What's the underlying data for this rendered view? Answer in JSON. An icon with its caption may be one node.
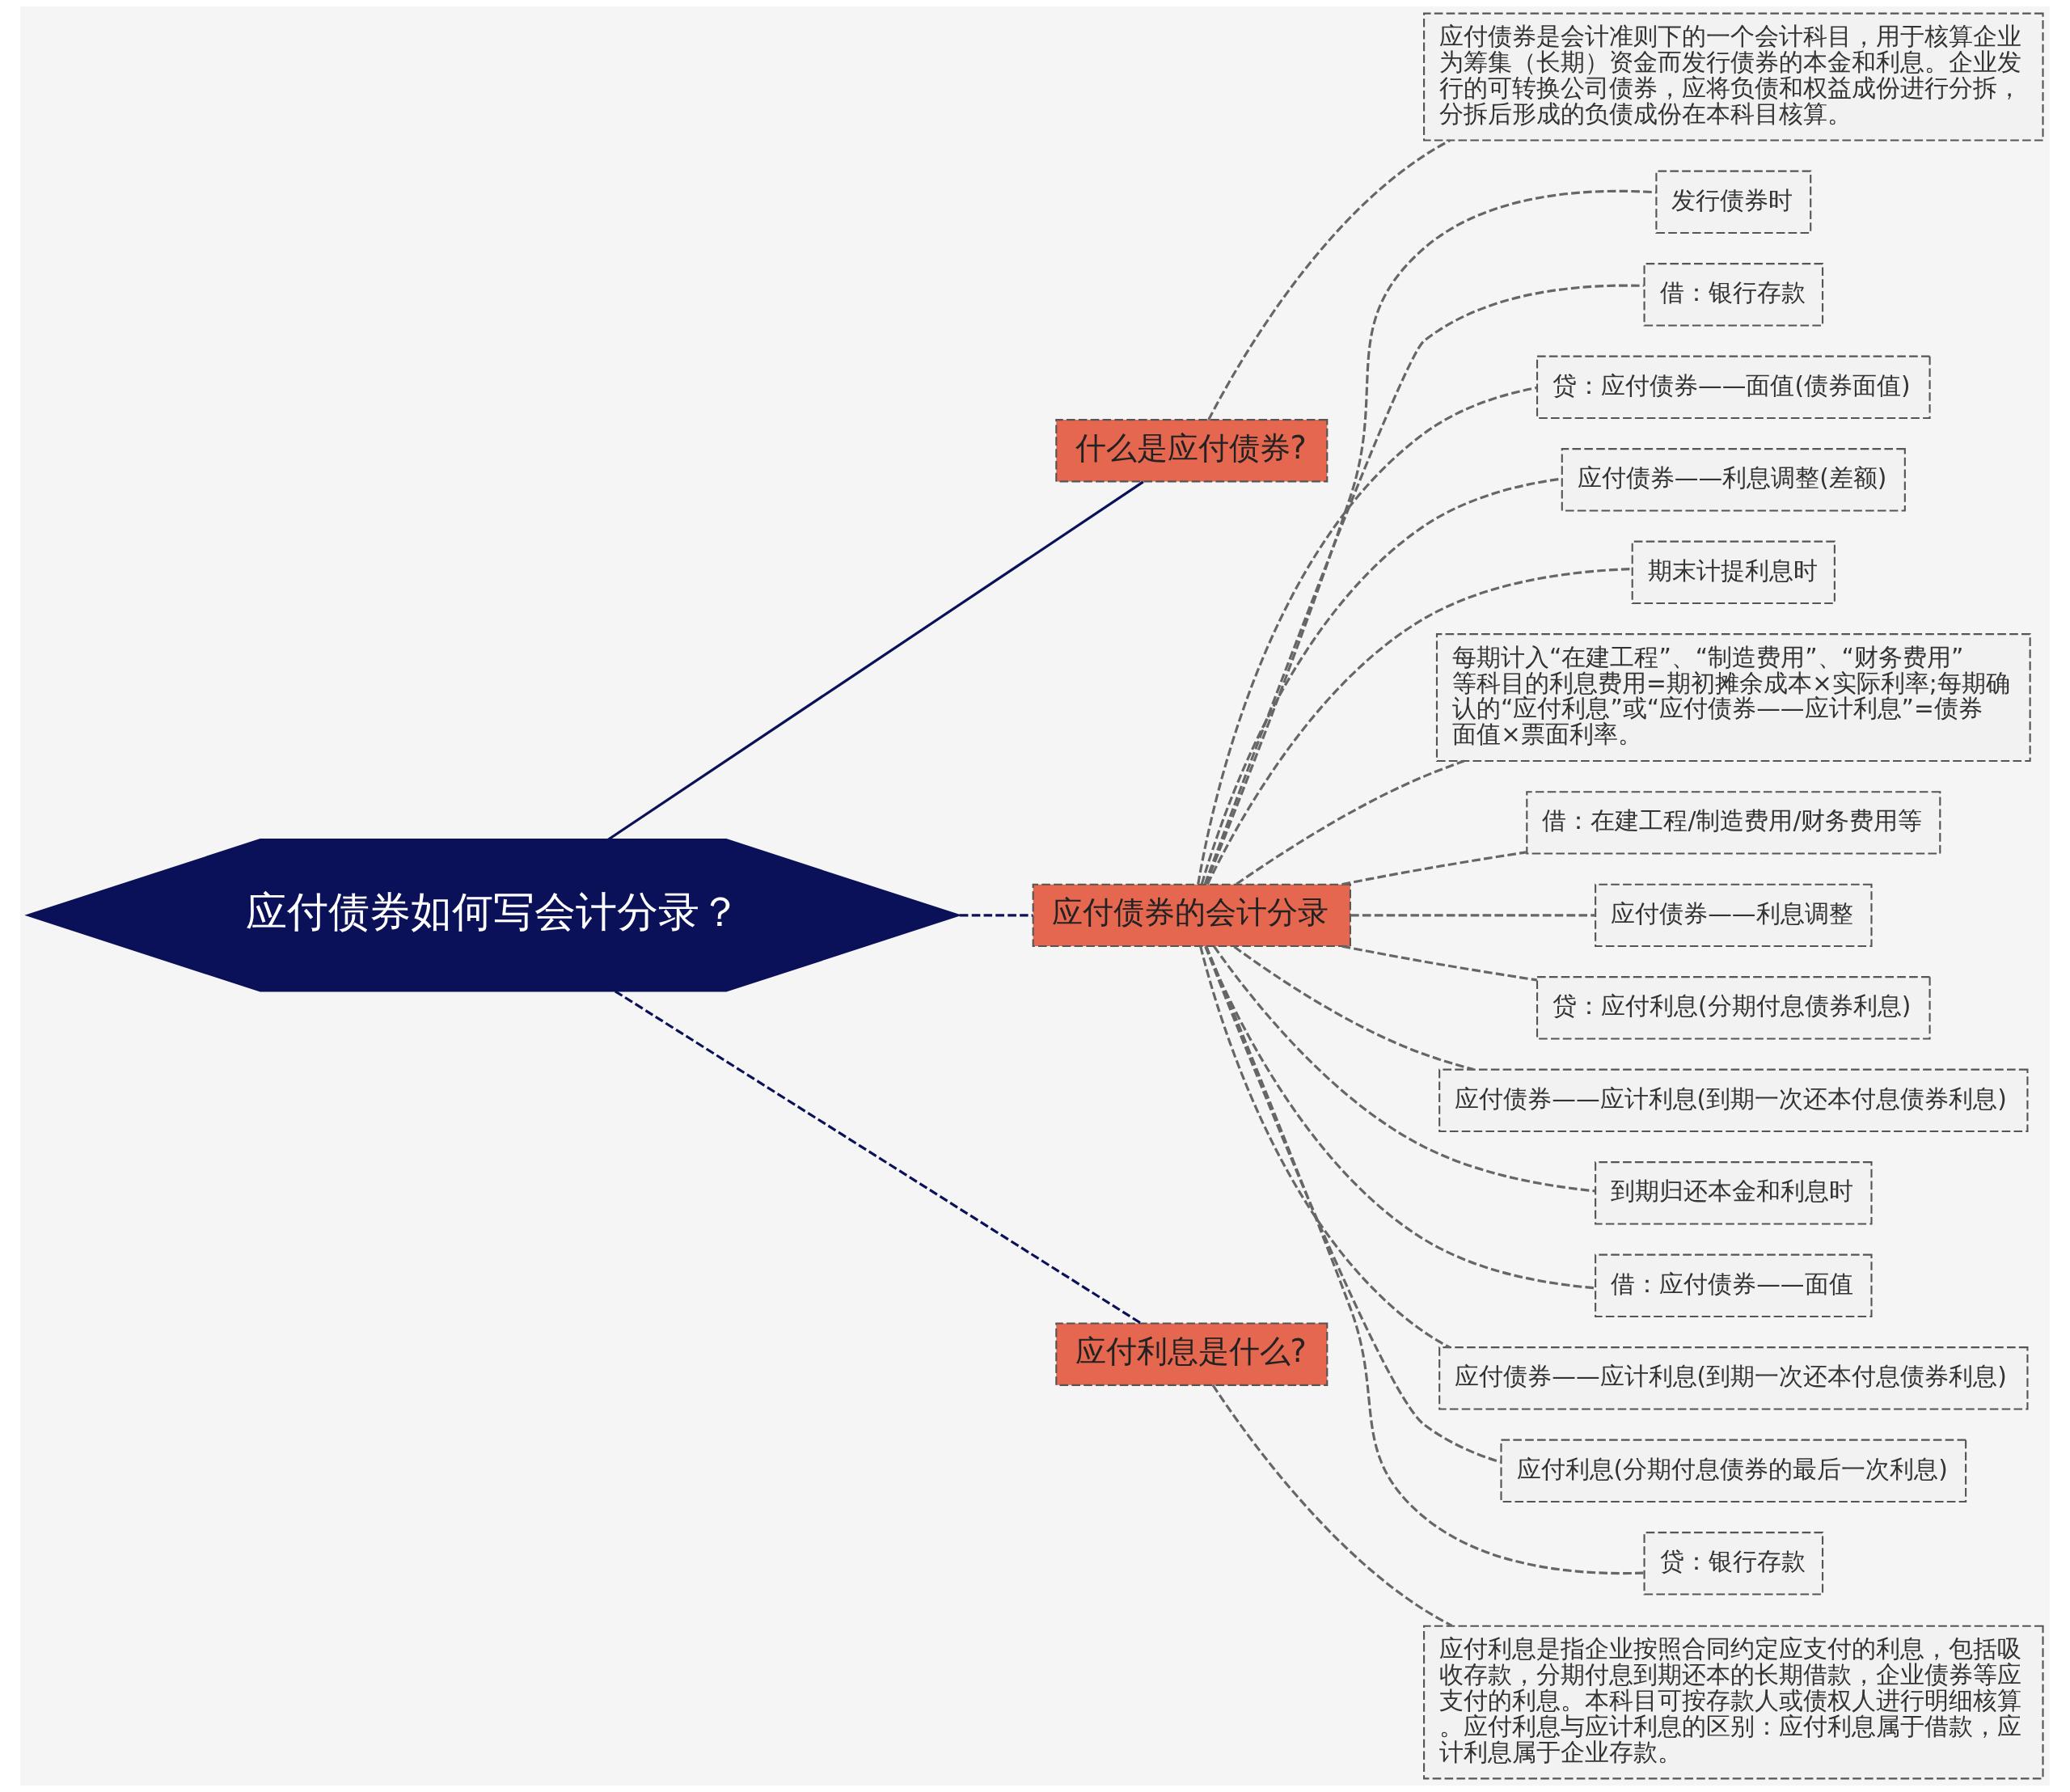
{
  "diagram": {
    "nodes": [
      {
        "text": [
          "应付债券如何写会计分录？"
        ]
      },
      {
        "text": [
          "什么是应付债券?"
        ]
      },
      {
        "text": [
          "应付债券是会计准则下的一个会计科目，用于核算企业为筹集（长期）资金而发行债券的本金和利息。企业发行的可转换公司债券，应将负债和权益成份进行分拆，分拆后形成的负债成份在本科目核算。"
        ]
      },
      {
        "text": [
          "应付债券的会计分录"
        ]
      },
      {
        "text": [
          "发行债券时"
        ]
      },
      {
        "text": [
          "借：银行存款"
        ]
      },
      {
        "text": [
          "贷：应付债券——面值(债券面值)"
        ]
      },
      {
        "text": [
          "应付债券——利息调整(差额)"
        ]
      },
      {
        "text": [
          "期末计提利息时"
        ]
      },
      {
        "text": [
          "每期计入“在建工程”、“制造费用”、“财务费用”等科目的利息费用=期初摊余成本×实际利率;每期确认的“应付利息”或“应付债券——应计利息”=债券面值×票面利率。"
        ]
      },
      {
        "text": [
          "借：在建工程/制造费用/财务费用等"
        ]
      },
      {
        "text": [
          "应付债券——利息调整"
        ]
      },
      {
        "text": [
          "贷：应付利息(分期付息债券利息)"
        ]
      },
      {
        "text": [
          "应付债券——应计利息(到期一次还本付息债券利息)"
        ]
      },
      {
        "text": [
          "到期归还本金和利息时"
        ]
      },
      {
        "text": [
          "借：应付债券——面值"
        ]
      },
      {
        "text": [
          "应付债券——应计利息(到期一次还本付息债券利息)"
        ]
      },
      {
        "text": [
          "应付利息(分期付息债券的最后一次利息)"
        ]
      },
      {
        "text": [
          "贷：银行存款"
        ]
      },
      {
        "text": [
          "应付利息是什么?"
        ]
      },
      {
        "text": [
          "应付利息是指企业按照合同约定应支付的利息，包括吸收存款，分期付息到期还本的长期借款，企业债券等应支付的利息。本科目可按存款人或债权人进行明细核算。应付利息与应计利息的区别：应付利息属于借款，应计利息属于企业存款。"
        ]
      }
    ],
    "edges": [
      {
        "from": 0,
        "to": 1,
        "arrow": "none",
        "color": "#0a1158"
      },
      {
        "from": 1,
        "to": 2,
        "arrow": "none",
        "style": "dashed"
      },
      {
        "from": 0,
        "to": 3,
        "arrow": "none",
        "style": "dashed",
        "color": "#0a1158"
      },
      {
        "from": 3,
        "to": 4,
        "arrow": "none",
        "style": "dashed"
      },
      {
        "from": 3,
        "to": 5,
        "arrow": "none",
        "style": "dashed"
      },
      {
        "from": 3,
        "to": 6,
        "arrow": "none",
        "style": "dashed"
      },
      {
        "from": 3,
        "to": 7,
        "arrow": "none",
        "style": "dashed"
      },
      {
        "from": 3,
        "to": 8,
        "arrow": "none",
        "style": "dashed"
      },
      {
        "from": 3,
        "to": 9,
        "arrow": "none",
        "style": "dashed"
      },
      {
        "from": 3,
        "to": 10,
        "arrow": "none",
        "style": "dashed"
      },
      {
        "from": 3,
        "to": 11,
        "arrow": "none",
        "style": "dashed"
      },
      {
        "from": 3,
        "to": 12,
        "arrow": "none",
        "style": "dashed"
      },
      {
        "from": 3,
        "to": 13,
        "arrow": "none",
        "style": "dashed"
      },
      {
        "from": 3,
        "to": 14,
        "arrow": "none",
        "style": "dashed"
      },
      {
        "from": 3,
        "to": 15,
        "arrow": "none",
        "style": "dashed"
      },
      {
        "from": 3,
        "to": 16,
        "arrow": "none",
        "style": "dashed"
      },
      {
        "from": 3,
        "to": 17,
        "arrow": "none",
        "style": "dashed"
      },
      {
        "from": 3,
        "to": 18,
        "arrow": "none",
        "style": "dashed"
      },
      {
        "from": 0,
        "to": 19,
        "arrow": "none",
        "style": "dashed",
        "color": "#0a1158"
      },
      {
        "from": 19,
        "to": 20,
        "arrow": "none",
        "style": "dashed"
      }
    ]
  }
}
